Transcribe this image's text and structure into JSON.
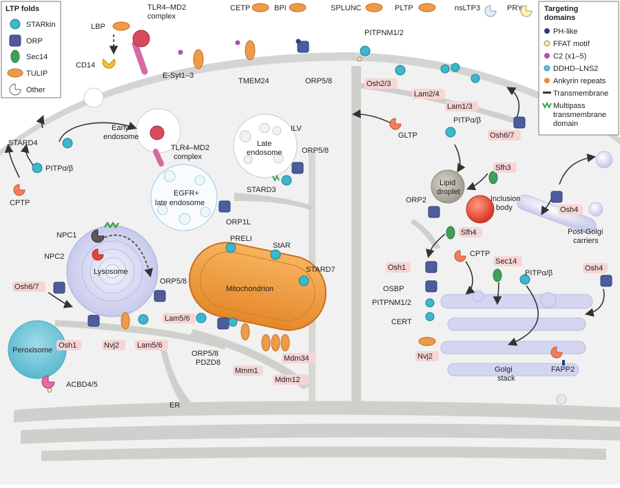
{
  "ltp_folds_legend": {
    "title": "LTP folds",
    "items": [
      {
        "label": "STARkin",
        "color": "#3cb7cc"
      },
      {
        "label": "ORP",
        "color": "#4d5d9c"
      },
      {
        "label": "Sec14",
        "color": "#3fa05a"
      },
      {
        "label": "TULIP",
        "color": "#ee9a4b"
      },
      {
        "label": "Other",
        "color": "#ffffff"
      }
    ]
  },
  "targeting_legend": {
    "title_line1": "Targeting",
    "title_line2": "domains",
    "items": [
      {
        "label": "PH-like",
        "color": "#2a3f7e"
      },
      {
        "label": "FFAT motif",
        "color": "#f6ef8c"
      },
      {
        "label": "C2 (x1–5)",
        "color": "#b04bb8"
      },
      {
        "label": "DDHD–LNS2",
        "color": "#5ec4dd"
      },
      {
        "label": "Ankyrin repeats",
        "color": "#e88a3c"
      },
      {
        "label": "Transmembrane",
        "color": "#333333"
      },
      {
        "label": "Multipass",
        "color": "#3aa54a"
      }
    ],
    "multipass_line2": "transmembrane",
    "multipass_line3": "domain"
  },
  "extracellular": {
    "CETP": "CETP",
    "BPI": "BPI",
    "SPLUNC": "SPLUNC",
    "PLTP": "PLTP",
    "nsLTP3": "nsLTP3",
    "PRY": "PRY",
    "LBP": "LBP",
    "CD14": "CD14",
    "TLR4_1": "TLR4–MD2",
    "TLR4_2": "complex"
  },
  "organelles": {
    "early_endosome_1": "Early",
    "early_endosome_2": "endosome",
    "tlr4_endo_1": "TLR4–MD2",
    "tlr4_endo_2": "complex",
    "late_endosome_1": "Late",
    "late_endosome_2": "endosome",
    "ilv": "ILV",
    "egfr_1": "EGFR+",
    "egfr_2": "late endosome",
    "lysosome": "Lysosome",
    "mitochondrion": "Mitochondrion",
    "peroxisome": "Peroxisome",
    "lipid_1": "Lipid",
    "lipid_2": "droplet",
    "inclusion_1": "Inclusion",
    "inclusion_2": "body",
    "postgolgi_1": "Post-Golgi",
    "postgolgi_2": "carriers",
    "golgi_1": "Golgi",
    "golgi_2": "stack",
    "er": "ER"
  },
  "proteins": {
    "ESyt": "E-Syt1–3",
    "TMEM24": "TMEM24",
    "ORP58_top": "ORP5/8",
    "PITPNM12_top": "PITPNM1/2",
    "Osh23": "Osh2/3",
    "Lam24": "Lam2/4",
    "Lam13": "Lam1/3",
    "Osh67_right": "Osh6/7",
    "GLTP": "GLTP",
    "PITPab_right": "PITPα/β",
    "Sfh3": "Sfh3",
    "ORP2": "ORP2",
    "Osh4_top": "Osh4",
    "Sfh4": "Sfh4",
    "CPTP_right": "CPTP",
    "Sec14": "Sec14",
    "PITPab_golgi": "PITPα/β",
    "Osh4_right": "Osh4",
    "Osh1_right": "Osh1",
    "OSBP": "OSBP",
    "PITPNM12_golgi": "PITPNM1/2",
    "CERT": "CERT",
    "Nvj2_right": "Nvj2",
    "FAPP2": "FAPP2",
    "STARD4": "STARD4",
    "PITPab_left": "PITPα/β",
    "CPTP_left": "CPTP",
    "ORP58_late": "ORP5/8",
    "STARD3": "STARD3",
    "ORP1L": "ORP1L",
    "NPC1": "NPC1",
    "NPC2": "NPC2",
    "Osh67_left": "Osh6/7",
    "ORP58_lyso": "ORP5/8",
    "Osh1_left": "Osh1",
    "Nvj2_left": "Nvj2",
    "Lam56_left": "Lam5/6",
    "Lam56_mito": "Lam5/6",
    "PRELI": "PRELI",
    "StAR": "StAR",
    "STARD7": "STARD7",
    "ORP58_mito": "ORP5/8",
    "PDZD8": "PDZD8",
    "Mmm1": "Mmm1",
    "Mdm34": "Mdm34",
    "Mdm12": "Mdm12",
    "ACBD45": "ACBD4/5"
  }
}
